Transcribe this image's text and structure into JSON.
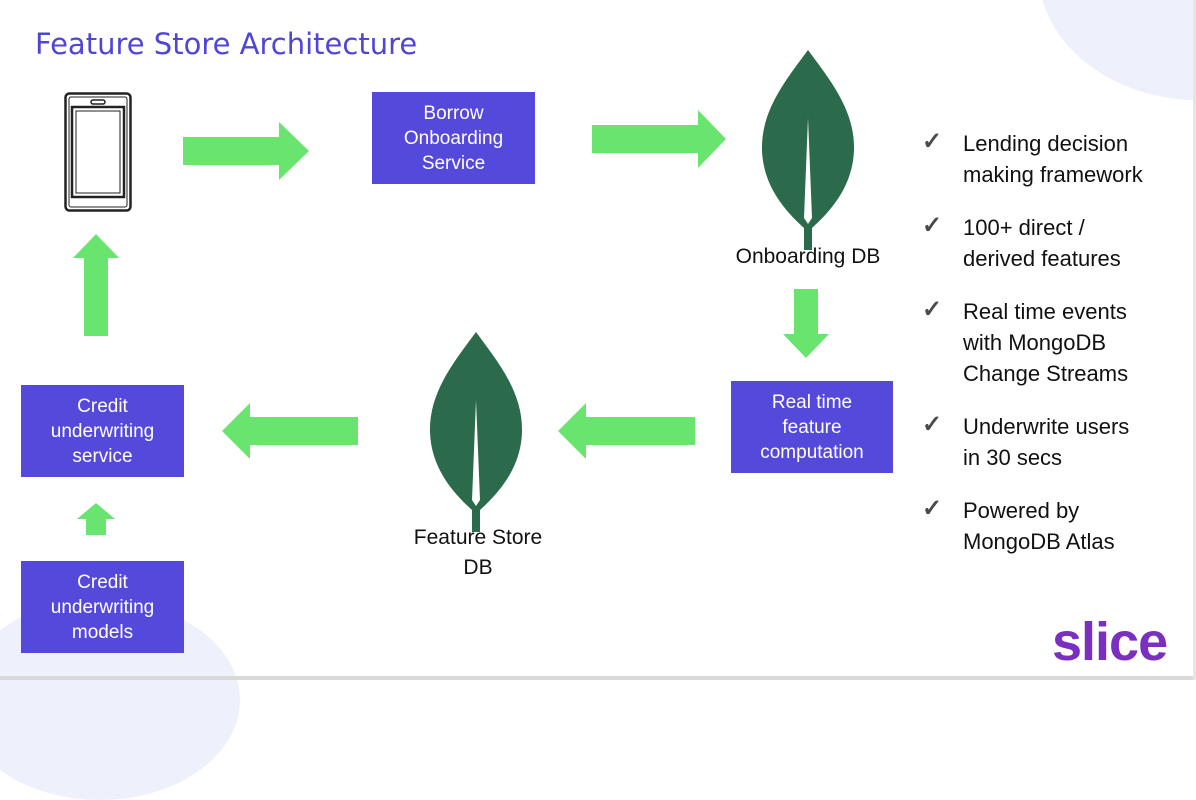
{
  "slide": {
    "title": "Feature Store Architecture",
    "colors": {
      "title": "#5046d6",
      "box_fill": "#5549dc",
      "arrow": "#69e46f",
      "leaf": "#2b6b4b",
      "logo": "#7b2fc0"
    }
  },
  "nodes": {
    "phone": {
      "icon": "mobile-phone-icon"
    },
    "borrow_onboarding": {
      "lines": [
        "Borrow",
        "Onboarding",
        "Service"
      ]
    },
    "onboarding_db": {
      "icon": "mongodb-leaf-icon",
      "label": "Onboarding DB"
    },
    "realtime_computation": {
      "lines": [
        "Real time",
        "feature",
        "computation"
      ]
    },
    "feature_store_db": {
      "icon": "mongodb-leaf-icon",
      "label_lines": [
        "Feature Store",
        "DB"
      ]
    },
    "credit_service": {
      "lines": [
        "Credit",
        "underwriting",
        "service"
      ]
    },
    "credit_models": {
      "lines": [
        "Credit",
        "underwriting",
        "models"
      ]
    }
  },
  "edges": [
    {
      "from": "phone",
      "to": "borrow_onboarding",
      "direction": "right"
    },
    {
      "from": "borrow_onboarding",
      "to": "onboarding_db",
      "direction": "right"
    },
    {
      "from": "onboarding_db",
      "to": "realtime_computation",
      "direction": "down"
    },
    {
      "from": "realtime_computation",
      "to": "feature_store_db",
      "direction": "left"
    },
    {
      "from": "feature_store_db",
      "to": "credit_service",
      "direction": "left"
    },
    {
      "from": "credit_models",
      "to": "credit_service",
      "direction": "up"
    },
    {
      "from": "credit_service",
      "to": "phone",
      "direction": "up"
    }
  ],
  "bullets": [
    {
      "icon": "checkmark-icon",
      "check": "✓",
      "lines": [
        "Lending decision",
        "making framework"
      ]
    },
    {
      "icon": "checkmark-icon",
      "check": "✓",
      "lines": [
        "100+ direct /",
        "derived features"
      ]
    },
    {
      "icon": "checkmark-icon",
      "check": "✓",
      "lines": [
        "Real time events",
        "with MongoDB",
        "Change Streams"
      ]
    },
    {
      "icon": "checkmark-icon",
      "check": "✓",
      "lines": [
        "Underwrite users",
        "in 30 secs"
      ]
    },
    {
      "icon": "checkmark-icon",
      "check": "✓",
      "lines": [
        "Powered by",
        "MongoDB Atlas"
      ]
    }
  ],
  "logo": {
    "text": "slice"
  }
}
